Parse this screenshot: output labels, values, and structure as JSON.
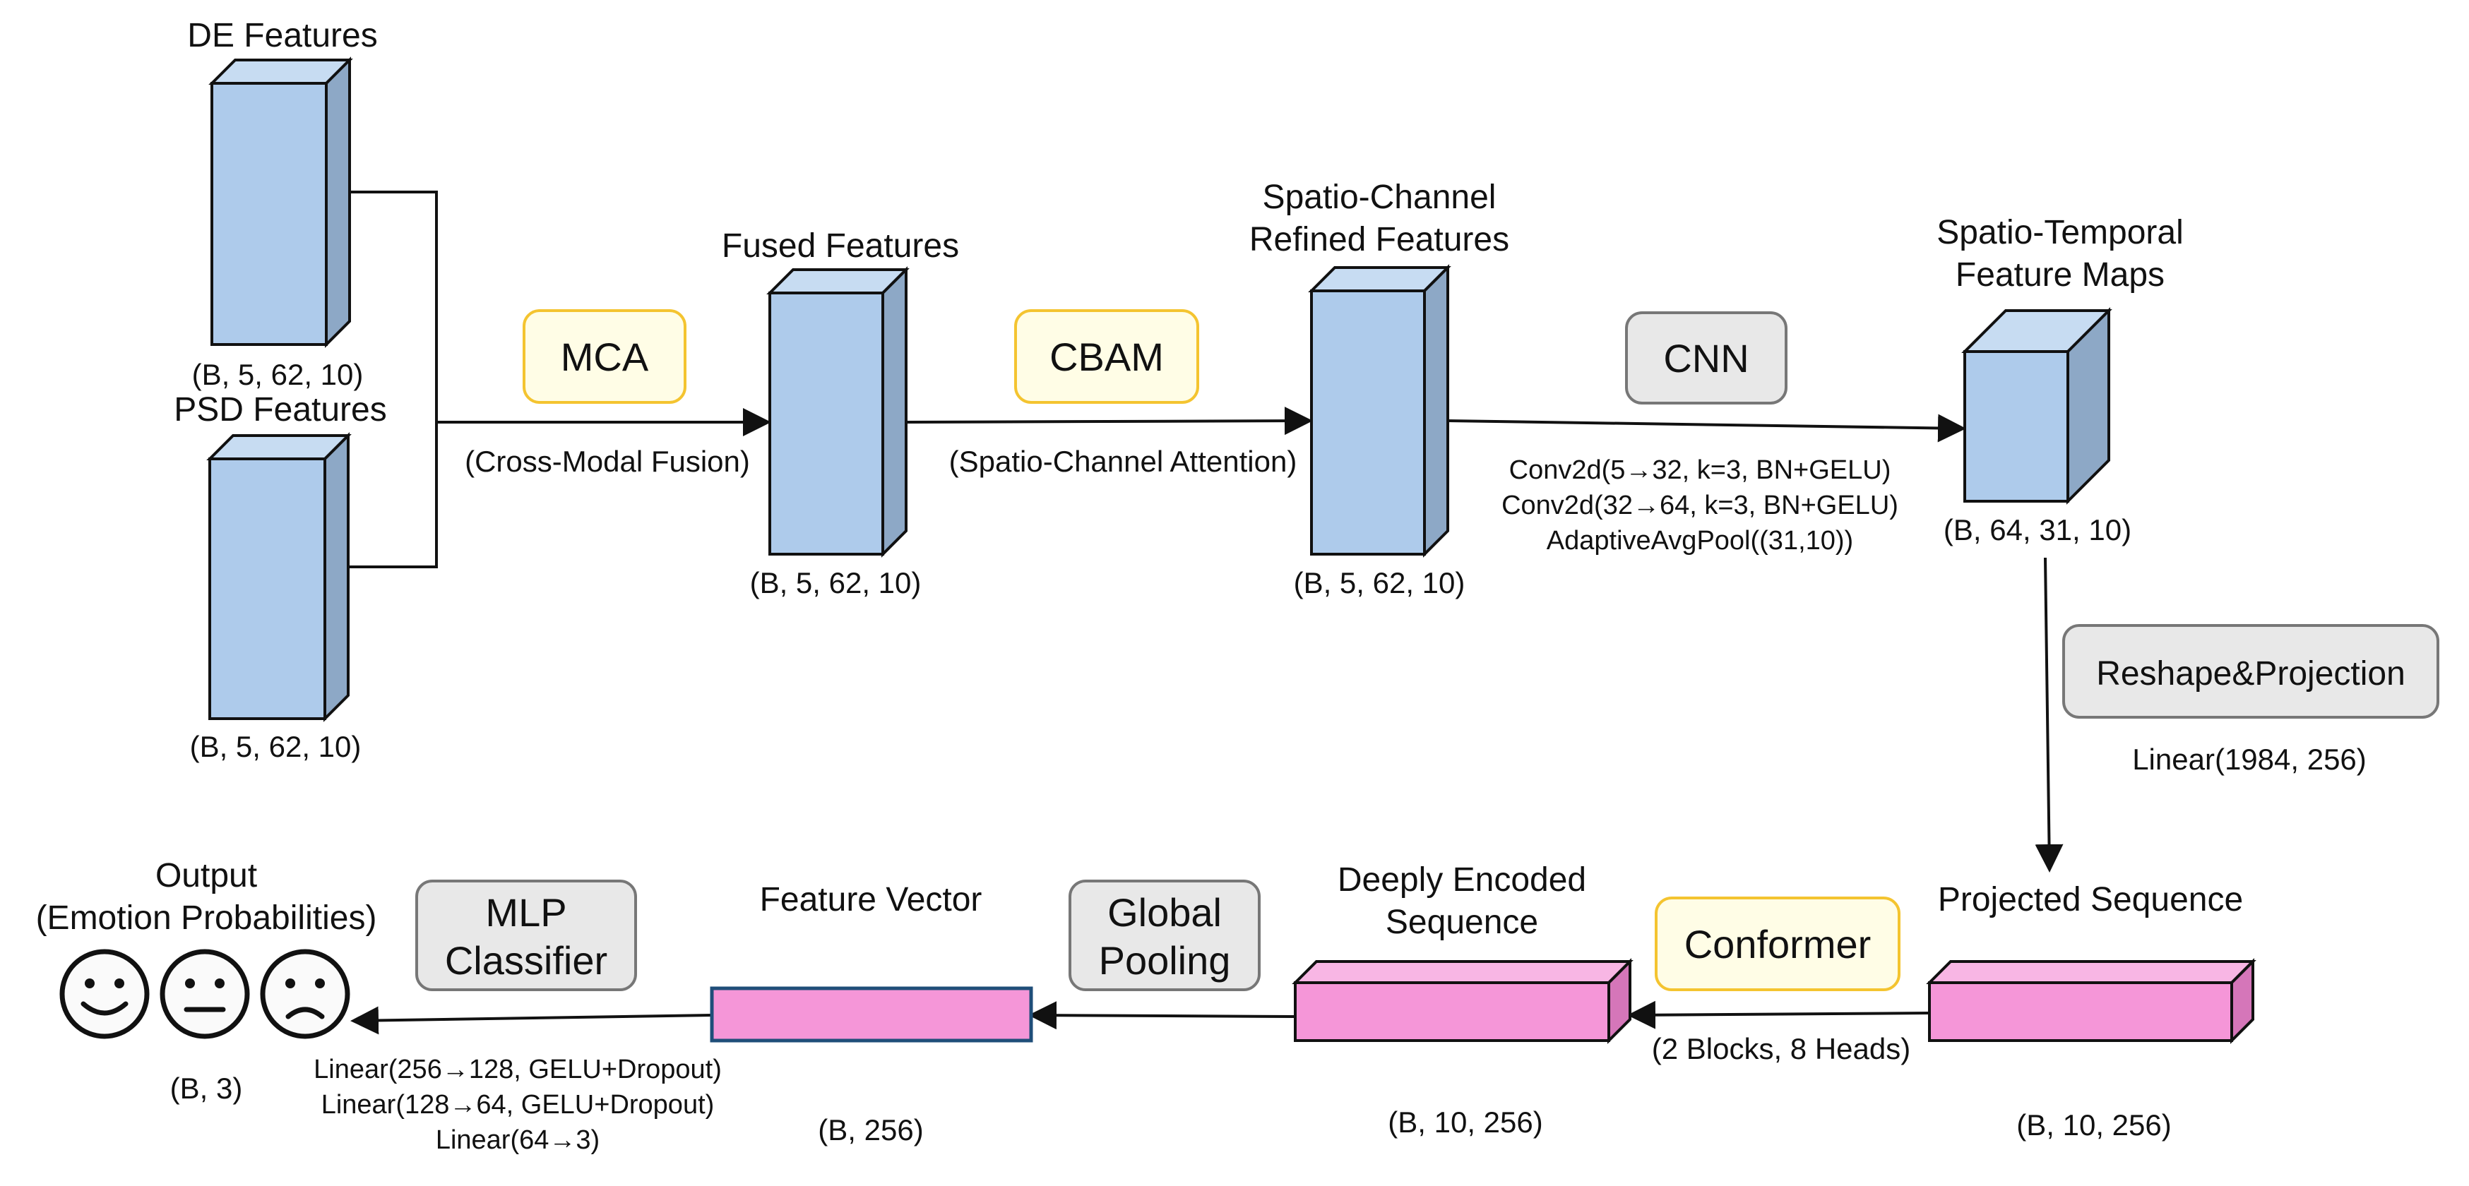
{
  "colors": {
    "cube_front": "#aecbeb",
    "cube_top": "#c7dcf2",
    "cube_side": "#8da8c6",
    "slab_front": "#f596d8",
    "slab_top": "#f8b6e4",
    "slab_side": "#d576b9",
    "module_yellow_fill": "#fffde6",
    "module_yellow_border": "#f4c430",
    "module_gray_fill": "#e8e8e8",
    "module_gray_border": "#777777",
    "line": "#111111",
    "feature_vector_border": "#1f4e79"
  },
  "icons": [
    "happy-face-icon",
    "neutral-face-icon",
    "sad-face-icon"
  ],
  "nodes": {
    "de": {
      "title": "DE Features",
      "dims": "(B, 5, 62, 10)"
    },
    "psd": {
      "title": "PSD Features",
      "dims": "(B, 5, 62, 10)"
    },
    "fused": {
      "title": "Fused Features",
      "dims": "(B, 5, 62, 10)"
    },
    "refined": {
      "title_1": "Spatio-Channel",
      "title_2": "Refined Features",
      "dims": "(B, 5, 62, 10)"
    },
    "st_maps": {
      "title_1": "Spatio-Temporal",
      "title_2": "Feature Maps",
      "dims": "(B, 64, 31, 10)"
    },
    "projected": {
      "title": "Projected Sequence",
      "dims": "(B, 10, 256)"
    },
    "encoded": {
      "title_1": "Deeply Encoded",
      "title_2": "Sequence",
      "dims": "(B, 10, 256)"
    },
    "feature_vector": {
      "title": "Feature Vector",
      "dims": "(B, 256)"
    },
    "output": {
      "title_1": "Output",
      "title_2": "(Emotion Probabilities)",
      "dims": "(B, 3)"
    }
  },
  "modules": {
    "mca": {
      "label": "MCA",
      "caption": "(Cross-Modal Fusion)"
    },
    "cbam": {
      "label": "CBAM",
      "caption": "(Spatio-Channel Attention)"
    },
    "cnn": {
      "label": "CNN",
      "details": [
        "Conv2d(5→32, k=3, BN+GELU)",
        "Conv2d(32→64, k=3, BN+GELU)",
        "AdaptiveAvgPool((31,10))"
      ]
    },
    "reshape": {
      "label": "Reshape&Projection",
      "caption": "Linear(1984, 256)"
    },
    "conformer": {
      "label": "Conformer",
      "caption": "(2 Blocks, 8 Heads)"
    },
    "pooling": {
      "label_1": "Global",
      "label_2": "Pooling"
    },
    "mlp": {
      "label_1": "MLP",
      "label_2": "Classifier",
      "details": [
        "Linear(256→128, GELU+Dropout)",
        "Linear(128→64, GELU+Dropout)",
        "Linear(64→3)"
      ]
    }
  }
}
